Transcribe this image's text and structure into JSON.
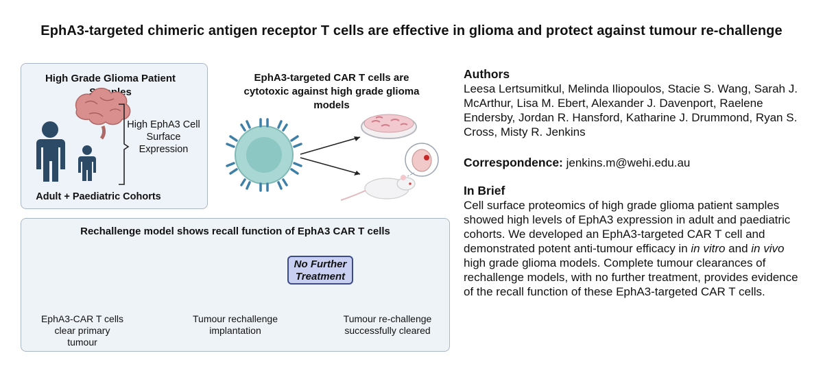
{
  "title": "EphA3-targeted chimeric antigen receptor T cells are effective in glioma and protect against tumour re-challenge",
  "panel1": {
    "heading": "High Grade Glioma Patient Samples",
    "bracket_text": "High EphA3 Cell Surface Expression",
    "footer": "Adult + Paediatric Cohorts"
  },
  "panel2": {
    "heading": "EphA3-targeted CAR T cells are cytotoxic against high grade glioma models"
  },
  "panel3": {
    "heading": "Rechallenge model shows recall function of EphA3 CAR T cells",
    "no_treatment": "No Further Treatment",
    "timeline": [
      "EphA3-CAR T cells clear primary tumour",
      "Tumour rechallenge implantation",
      "Tumour re-challenge successfully cleared"
    ]
  },
  "sidebar": {
    "authors_heading": "Authors",
    "authors": "Leesa Lertsumitkul, Melinda Iliopoulos, Stacie S. Wang, Sarah J. McArthur, Lisa M. Ebert, Alexander J. Davenport, Raelene Endersby, Jordan R. Hansford, Katharine J. Drummond, Ryan S. Cross, Misty R. Jenkins",
    "correspondence_label": "Correspondence:",
    "correspondence_email": "jenkins.m@wehi.edu.au",
    "brief_heading": "In Brief",
    "brief_part1": "Cell surface proteomics of high grade glioma patient samples showed high levels of EphA3 expression in adult and paediatric cohorts. We developed an EphA3-targeted CAR T cell and demonstrated potent anti-tumour efficacy in ",
    "brief_em1": "in vitro",
    "brief_part2": " and ",
    "brief_em2": "in vivo",
    "brief_part3": " high grade glioma models. Complete tumour clearances of rechallenge models, with no further treatment, provides evidence of the recall function of these EphA3-targeted CAR T cells."
  },
  "colors": {
    "panel_border": "#aab6c4",
    "person": "#2c4a66",
    "brain": "#d88f8e",
    "car_t": "#a9d7d4",
    "receptor": "#3e7fa8",
    "tumour": "#c62828",
    "no_treatment_bg": "#c9cff0"
  }
}
